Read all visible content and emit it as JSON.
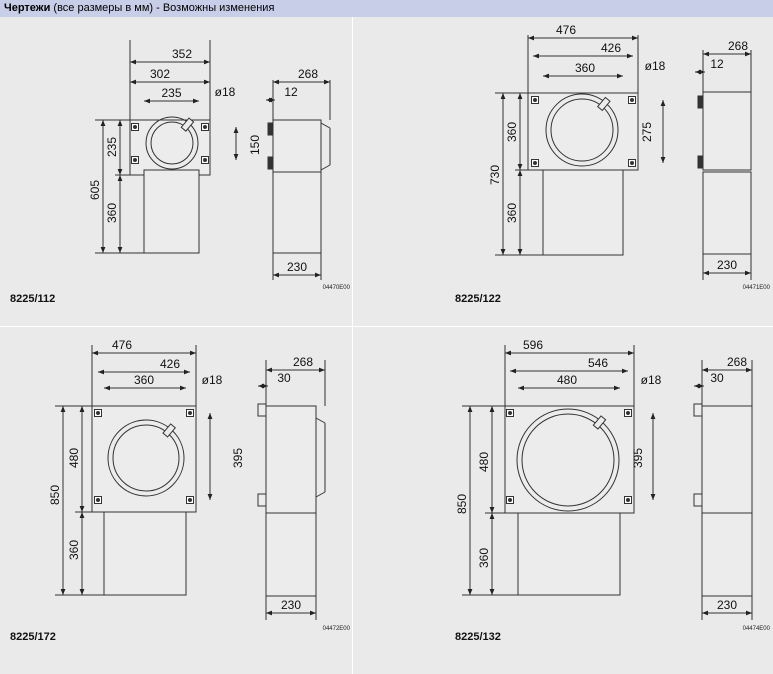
{
  "header": {
    "title": "Чертежи",
    "subtitle": " (все размеры в мм) - Возможны изменения"
  },
  "panels": [
    {
      "model": "8225/112",
      "code": "04470E00",
      "dims": {
        "w_holes": "302",
        "w_total": "352",
        "w_inner": "235",
        "hole_dia": "ø18",
        "h_top": "235",
        "h_bottom": "360",
        "h_total": "605",
        "h_hole": "150",
        "depth": "268",
        "bracket": "12",
        "base_depth": "230"
      }
    },
    {
      "model": "8225/122",
      "code": "04471E00",
      "dims": {
        "w_total": "476",
        "w_holes": "426",
        "w_inner": "360",
        "hole_dia": "ø18",
        "h_top": "360",
        "h_bottom": "360",
        "h_total": "730",
        "h_hole": "275",
        "depth": "268",
        "bracket": "12",
        "base_depth": "230"
      }
    },
    {
      "model": "8225/172",
      "code": "04472E00",
      "dims": {
        "w_total": "476",
        "w_holes": "426",
        "w_inner": "360",
        "hole_dia": "ø18",
        "h_top": "480",
        "h_bottom": "360",
        "h_total": "850",
        "h_hole": "395",
        "depth": "268",
        "bracket": "30",
        "base_depth": "230"
      }
    },
    {
      "model": "8225/132",
      "code": "04474E00",
      "dims": {
        "w_total": "596",
        "w_holes": "546",
        "w_inner": "480",
        "hole_dia": "ø18",
        "h_top": "480",
        "h_bottom": "360",
        "h_total": "850",
        "h_hole": "395",
        "depth": "268",
        "bracket": "30",
        "base_depth": "230"
      }
    }
  ]
}
